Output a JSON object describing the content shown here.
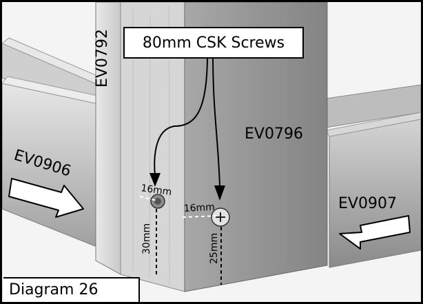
{
  "diagram": {
    "caption": "Diagram 26",
    "callout": "80mm CSK Screws",
    "parts": {
      "left_rail": "EV0906",
      "post_face": "EV0792",
      "corner_post": "EV0796",
      "right_rail": "EV0907"
    },
    "dimensions": {
      "left_screw_horizontal": "16mm",
      "right_screw_horizontal": "16mm",
      "left_screw_vertical": "30mm",
      "right_screw_vertical": "25mm"
    },
    "colors": {
      "post_light": "#d9d9d9",
      "post_dark": "#8f8f8f",
      "rail": "#bdbdbd",
      "arrow_fill": "#ffffff",
      "line": "#000000"
    }
  }
}
